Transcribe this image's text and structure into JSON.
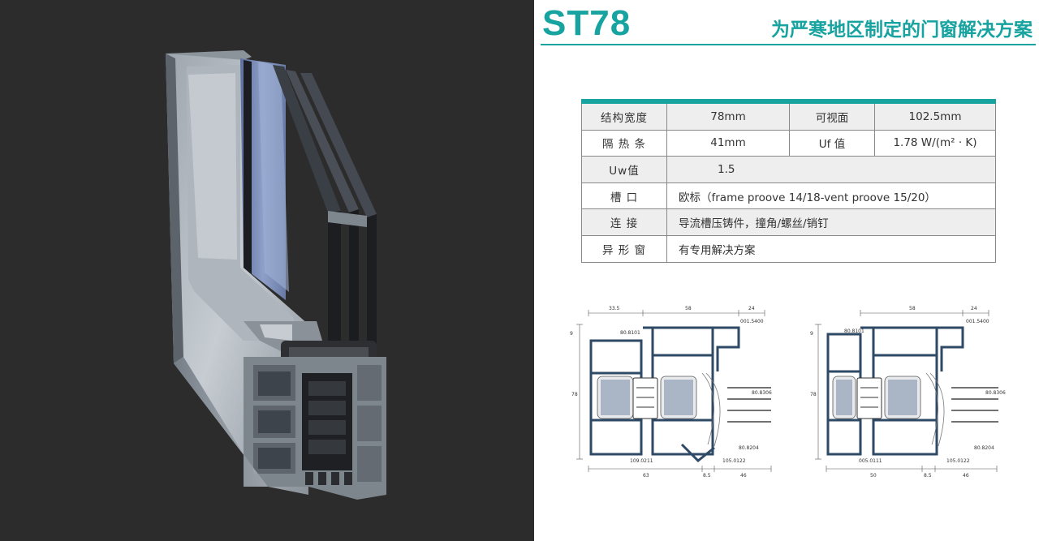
{
  "header": {
    "model": "ST78",
    "tagline": "为严寒地区制定的门窗解决方案"
  },
  "colors": {
    "accent": "#17a3a0",
    "left_background": "#2c2c2c"
  },
  "spec_table": {
    "row1": {
      "label": "结构宽度",
      "value": "78mm",
      "label2": "可视面",
      "value2": "102.5mm"
    },
    "row2": {
      "label": "隔 热 条",
      "value": "41mm",
      "label2": "Uf 值",
      "value2": "1.78 W/(m² · K)"
    },
    "row3": {
      "label": "Uw值",
      "value": "1.5"
    },
    "row4": {
      "label": "槽   口",
      "value": "欧标（frame proove 14/18-vent proove 15/20）"
    },
    "row5": {
      "label": "连   接",
      "value": "导流槽压铸件，撞角/螺丝/销钉"
    },
    "row6": {
      "label": "异 形 窗",
      "value": "有专用解决方案"
    }
  },
  "drawing_left": {
    "dims_top": [
      "33.5",
      "58",
      "24"
    ],
    "codes": [
      "001.5400",
      "80.8101",
      "80.8306",
      "80.8204"
    ],
    "height_dims": [
      "9",
      "78"
    ],
    "bottom_codes": [
      "109.0211",
      "105.0122"
    ],
    "bottom_dims": [
      "63",
      "8.5",
      "46"
    ]
  },
  "drawing_right": {
    "dims_top": [
      "58",
      "24"
    ],
    "codes": [
      "001.5400",
      "80.8101",
      "80.8306",
      "80.8204"
    ],
    "height_dims": [
      "9",
      "78"
    ],
    "bottom_codes": [
      "005.0111",
      "105.0122"
    ],
    "bottom_dims": [
      "50",
      "8.5",
      "46"
    ]
  }
}
